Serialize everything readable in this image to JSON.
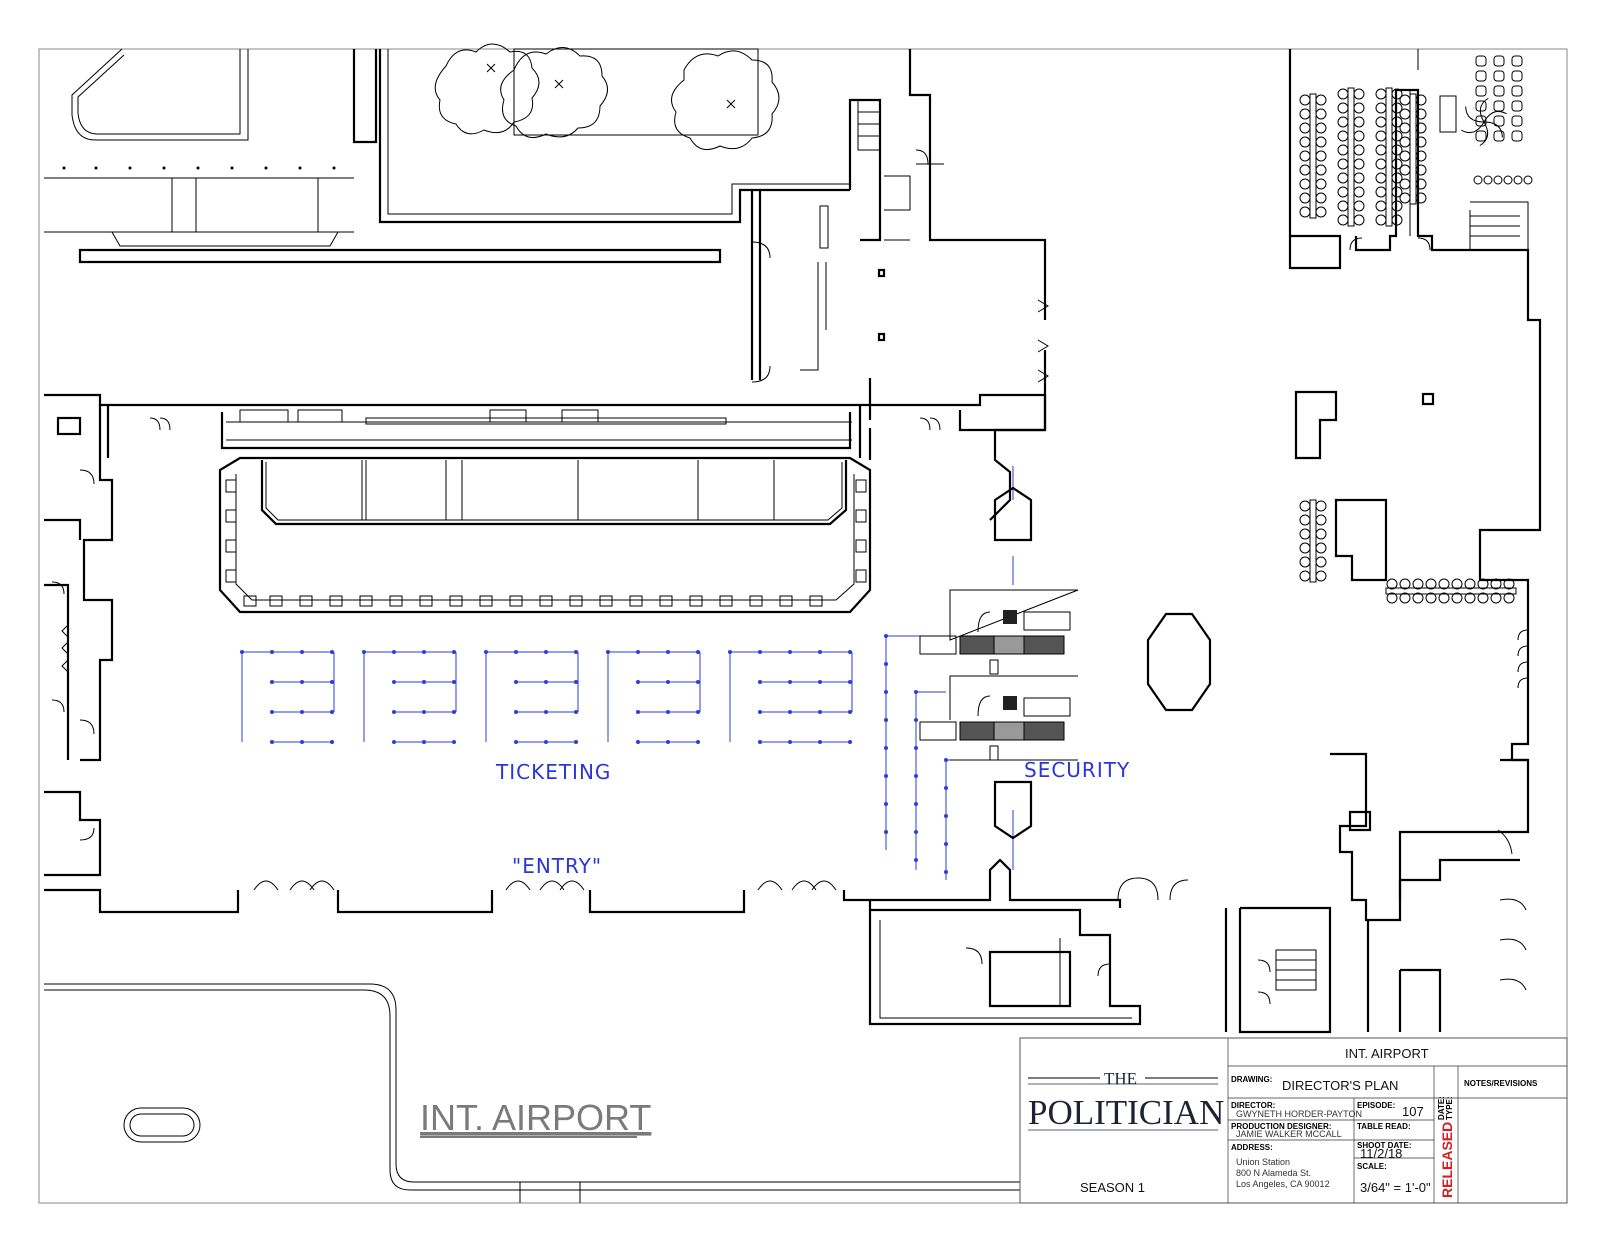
{
  "labels": {
    "ticketing": "TICKETING",
    "security": "SECURITY",
    "entry": "\"ENTRY\""
  },
  "sheet_title": "INT. AIRPORT",
  "title_block": {
    "header": "INT. AIRPORT",
    "logo": {
      "the": "THE",
      "name": "POLITICIAN"
    },
    "season": "SEASON 1",
    "drawing_label": "DRAWING:",
    "drawing": "DIRECTOR'S PLAN",
    "director_label": "DIRECTOR:",
    "director": "GWYNETH HORDER-PAYTON",
    "episode_label": "EPISODE:",
    "episode": "107",
    "production_designer_label": "PRODUCTION DESIGNER:",
    "production_designer": "JAMIE WALKER MCCALL",
    "table_read_label": "TABLE READ:",
    "address_label": "ADDRESS:",
    "address_line1": "Union Station",
    "address_line2": "800 N Alameda St.",
    "address_line3": "Los Angeles, CA 90012",
    "shoot_date_label": "SHOOT DATE:",
    "shoot_date": "11/2/18",
    "scale_label": "SCALE:",
    "scale": "3/64\" = 1'-0\"",
    "date_label": "DATE:",
    "type_label": "TYPE:",
    "status": "RELEASED",
    "notes_label": "NOTES/REVISIONS"
  },
  "colors": {
    "plan_annotation": "#2a36d8",
    "status_red": "#d21f1f",
    "line": "#000000"
  }
}
